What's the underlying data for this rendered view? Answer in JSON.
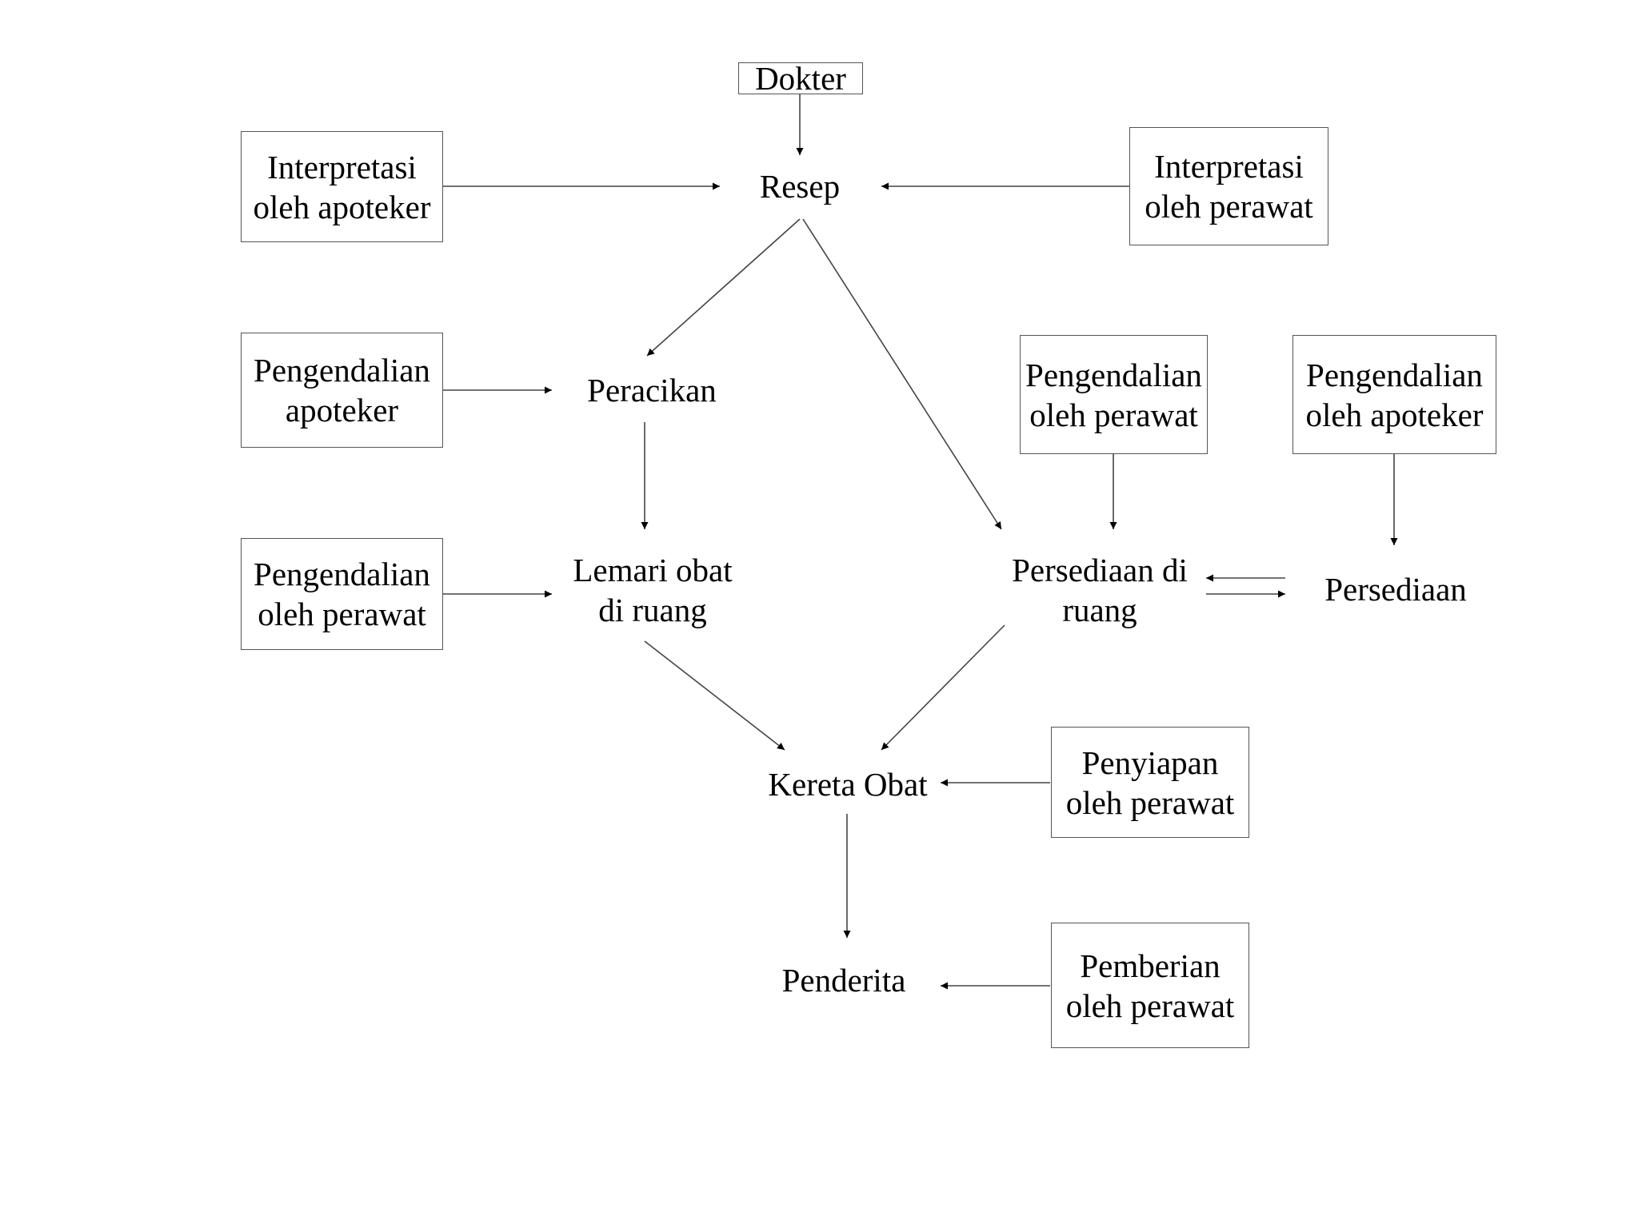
{
  "dokter": "Dokter",
  "resep": "Resep",
  "interpretasi_apoteker": [
    "Interpretasi",
    "oleh apoteker"
  ],
  "interpretasi_perawat": [
    "Interpretasi",
    "oleh perawat"
  ],
  "pengendalian_apoteker_left": [
    "Pengendalian",
    "apoteker"
  ],
  "peracikan": "Peracikan",
  "pengendalian_perawat_left": [
    "Pengendalian",
    "oleh perawat"
  ],
  "lemari_obat": [
    "Lemari obat",
    "di ruang"
  ],
  "pengendalian_perawat_right": [
    "Pengendalian",
    "oleh perawat"
  ],
  "pengendalian_apoteker_right": [
    "Pengendalian",
    "oleh apoteker"
  ],
  "persediaan_di_ruang": [
    "Persediaan di",
    "ruang"
  ],
  "persediaan": "Persediaan",
  "kereta_obat": "Kereta Obat",
  "penyiapan": [
    "Penyiapan",
    "oleh perawat"
  ],
  "penderita": "Penderita",
  "pemberian": [
    "Pemberian",
    "oleh perawat"
  ]
}
